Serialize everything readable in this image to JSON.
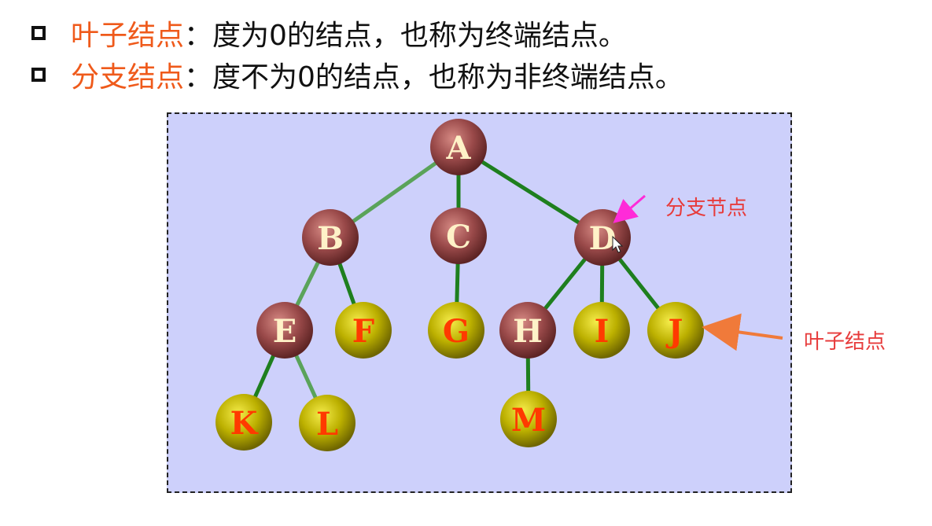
{
  "bullets": [
    {
      "term": "叶子结点",
      "colon": "：",
      "definition": "度为0的结点，也称为终端结点。"
    },
    {
      "term": "分支结点",
      "colon": "：",
      "definition": "度不为0的结点，也称为非终端结点。"
    }
  ],
  "tree": {
    "nodes": [
      {
        "id": "A",
        "label": "A",
        "kind": "branch"
      },
      {
        "id": "B",
        "label": "B",
        "kind": "branch"
      },
      {
        "id": "C",
        "label": "C",
        "kind": "branch"
      },
      {
        "id": "D",
        "label": "D",
        "kind": "branch"
      },
      {
        "id": "E",
        "label": "E",
        "kind": "branch"
      },
      {
        "id": "F",
        "label": "F",
        "kind": "leaf"
      },
      {
        "id": "G",
        "label": "G",
        "kind": "leaf"
      },
      {
        "id": "H",
        "label": "H",
        "kind": "branch"
      },
      {
        "id": "I",
        "label": "I",
        "kind": "leaf"
      },
      {
        "id": "J",
        "label": "J",
        "kind": "leaf"
      },
      {
        "id": "K",
        "label": "K",
        "kind": "leaf"
      },
      {
        "id": "L",
        "label": "L",
        "kind": "leaf"
      },
      {
        "id": "M",
        "label": "M",
        "kind": "leaf"
      }
    ],
    "edges": [
      [
        "A",
        "B"
      ],
      [
        "A",
        "C"
      ],
      [
        "A",
        "D"
      ],
      [
        "B",
        "E"
      ],
      [
        "B",
        "F"
      ],
      [
        "C",
        "G"
      ],
      [
        "D",
        "H"
      ],
      [
        "D",
        "I"
      ],
      [
        "D",
        "J"
      ],
      [
        "E",
        "K"
      ],
      [
        "E",
        "L"
      ],
      [
        "H",
        "M"
      ]
    ]
  },
  "annotations": {
    "branch_label": "分支节点",
    "leaf_label": "叶子结点"
  },
  "colors": {
    "term": "#ef5a1b",
    "panel_bg": "#cdd0fb",
    "edge": "#1e7f1e",
    "edge_light": "#5aa35a",
    "branch_node": "#9a4a4a",
    "leaf_node": "#b8ac00",
    "branch_text": "#fff2c8",
    "leaf_text": "#ff3a00",
    "annotation_text": "#e73b3b",
    "arrow_branch": "#ff2bd8",
    "arrow_leaf": "#f07a3a"
  }
}
